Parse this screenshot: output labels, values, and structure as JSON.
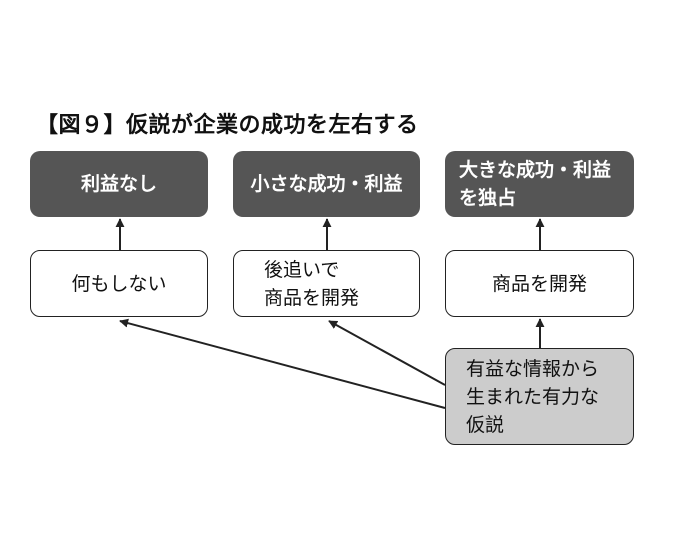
{
  "title": "【図９】仮説が企業の成功を左右する",
  "outcomes": [
    "利益なし",
    "小さな成功・利益",
    "大きな成功・利益\nを独占"
  ],
  "actions": [
    "何もしない",
    "後追いで\n商品を開発",
    "商品を開発"
  ],
  "hypothesis": "有益な情報から\n生まれた有力な\n仮説",
  "colors": {
    "outcome_fill": "#555555",
    "action_fill": "#ffffff",
    "hypothesis_fill": "#cccccc",
    "stroke": "#222222"
  }
}
